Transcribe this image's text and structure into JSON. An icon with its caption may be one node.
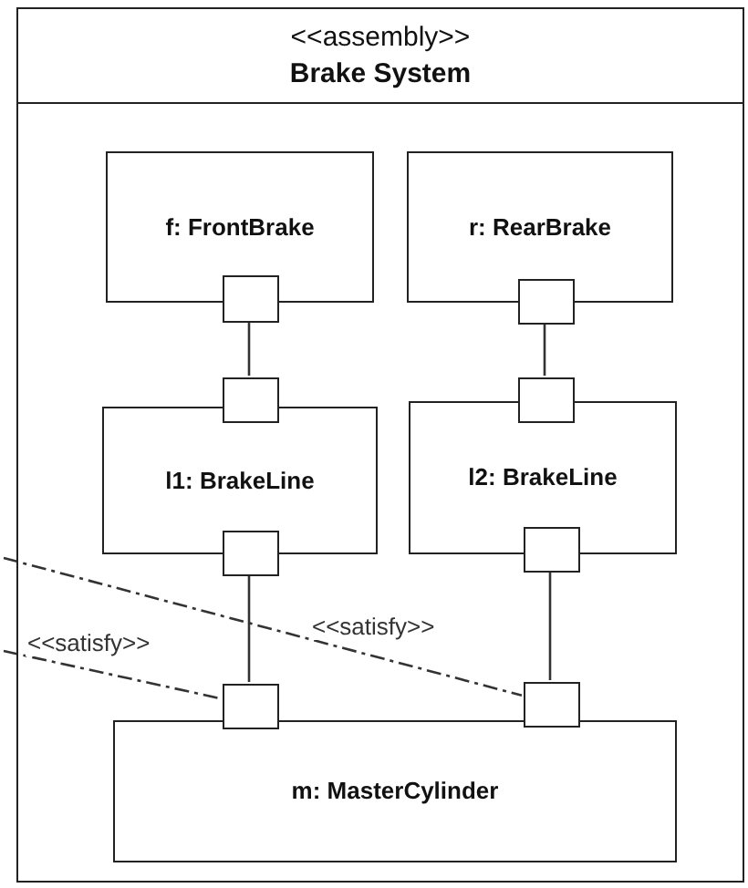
{
  "diagram": {
    "nodes": [
      {
        "text": [
          "<<assembly>>",
          "Brake System"
        ]
      },
      {
        "text": [
          "f: FrontBrake"
        ],
        "in": 0
      },
      {
        "text": [
          "r: RearBrake"
        ],
        "in": 0
      },
      {
        "text": [
          "l1: BrakeLine"
        ],
        "in": 0
      },
      {
        "text": [
          "l2: BrakeLine"
        ],
        "in": 0
      },
      {
        "text": [
          "m: MasterCylinder"
        ],
        "in": 0
      },
      {
        "text": [],
        "shape": "box",
        "in": 0
      },
      {
        "text": [],
        "shape": "box",
        "in": 0
      },
      {
        "text": [],
        "shape": "box",
        "in": 0
      },
      {
        "text": [],
        "shape": "box",
        "in": 0
      },
      {
        "text": [],
        "shape": "box",
        "in": 0
      },
      {
        "text": [],
        "shape": "box",
        "in": 0
      },
      {
        "text": [],
        "shape": "box",
        "in": 0
      },
      {
        "text": [],
        "shape": "box",
        "in": 0
      }
    ],
    "edges": [
      {
        "from": 6,
        "to": 8,
        "arrow": "none"
      },
      {
        "from": 7,
        "to": 9,
        "arrow": "none"
      },
      {
        "from": 10,
        "to": 12,
        "arrow": "none"
      },
      {
        "from": 11,
        "to": 13,
        "arrow": "none"
      },
      {
        "from": null,
        "to": 13,
        "arrow": "none",
        "label": "<<satisfy>>",
        "style": "dashed"
      },
      {
        "from": null,
        "to": 12,
        "arrow": "none",
        "label": "<<satisfy>>",
        "style": "dashed"
      }
    ]
  }
}
